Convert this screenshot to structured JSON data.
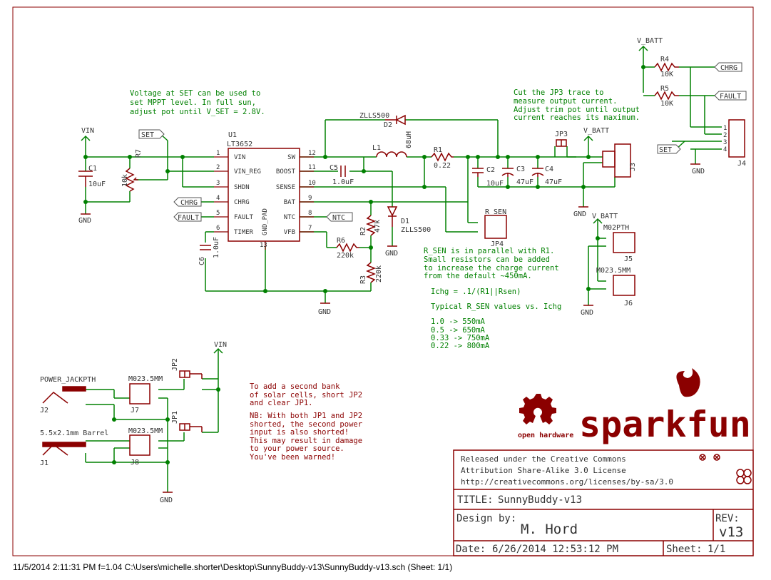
{
  "sheet": {
    "border_color": "#8b0000",
    "wire_color": "#008000",
    "note_color": "#008000",
    "warn_color": "#8b0000",
    "label_color": "#333333"
  },
  "notes": {
    "mppt": [
      "Voltage at SET can be used to",
      "set MPPT level. In full sun,",
      "adjust pot until V_SET = 2.8V."
    ],
    "jp3": [
      "Cut the JP3 trace to",
      "measure output current.",
      "Adjust trim pot until output",
      "current reaches its maximum."
    ],
    "rsen": [
      "R_SEN is in parallel with R1.",
      "Small resistors can be added",
      "to increase the charge current",
      "from the default ~450mA."
    ],
    "ichg": "Ichg = .1/(R1||Rsen)",
    "table_title": "Typical R_SEN values vs. Ichg",
    "table": [
      "1.0   -> 550mA",
      "0.5   -> 650mA",
      "0.33  -> 750mA",
      "0.22  -> 800mA"
    ],
    "solar": [
      "To add a second bank",
      "of solar cells, short JP2",
      "and clear JP1."
    ],
    "nb": [
      "NB: With both JP1 and JP2",
      "shorted, the second power",
      "input is also shorted!",
      "This may result in damage",
      "to your power source.",
      "You've been warned!"
    ]
  },
  "labels": {
    "vin": "VIN",
    "gnd": "GND",
    "vbatt": "V_BATT",
    "set": "SET",
    "chrg": "CHRG",
    "fault": "FAULT",
    "ntc": "NTC"
  },
  "u1": {
    "name": "U1",
    "part": "LT3652",
    "left_pins": [
      {
        "num": "1",
        "name": "VIN"
      },
      {
        "num": "2",
        "name": "VIN_REG"
      },
      {
        "num": "3",
        "name": "SHDN"
      },
      {
        "num": "4",
        "name": "CHRG"
      },
      {
        "num": "5",
        "name": "FAULT"
      },
      {
        "num": "6",
        "name": "TIMER"
      }
    ],
    "right_pins": [
      {
        "num": "12",
        "name": "SW"
      },
      {
        "num": "11",
        "name": "BOOST"
      },
      {
        "num": "10",
        "name": "SENSE"
      },
      {
        "num": "9",
        "name": "BAT"
      },
      {
        "num": "8",
        "name": "NTC"
      },
      {
        "num": "7",
        "name": "VFB"
      }
    ],
    "bottom_pin": {
      "num": "13",
      "name": "GND_PAD"
    }
  },
  "components": {
    "c1": {
      "name": "C1",
      "value": "10uF"
    },
    "r7": {
      "name": "R7",
      "value": "10k"
    },
    "c6": {
      "name": "C6",
      "value": "1.0uF"
    },
    "c5": {
      "name": "C5",
      "value": "1.0uF"
    },
    "l1": {
      "name": "L1",
      "value": "68uH"
    },
    "r1": {
      "name": "R1",
      "value": "0.22"
    },
    "d2": {
      "name": "D2",
      "value": "ZLLS500"
    },
    "d1": {
      "name": "D1",
      "value": "ZLLS500"
    },
    "r2": {
      "name": "R2",
      "value": "47k"
    },
    "r6": {
      "name": "R6",
      "value": "220k"
    },
    "r3": {
      "name": "R3",
      "value": "220k"
    },
    "c2": {
      "name": "C2",
      "value": "10uF"
    },
    "c3": {
      "name": "C3",
      "value": "47uF"
    },
    "c4": {
      "name": "C4",
      "value": "47uF"
    },
    "jp3": {
      "name": "JP3"
    },
    "j3": {
      "name": "J3"
    },
    "jp4": {
      "name": "JP4",
      "header": "R_SEN"
    },
    "r4": {
      "name": "R4",
      "value": "10K"
    },
    "r5": {
      "name": "R5",
      "value": "10K"
    },
    "j4": {
      "name": "J4",
      "pins": [
        "1",
        "2",
        "3",
        "4"
      ]
    },
    "j5": {
      "name": "J5",
      "header": "M02PTH"
    },
    "j6": {
      "name": "J6",
      "header": "M023.5MM"
    },
    "j2": {
      "name": "J2",
      "header": "POWER_JACKPTH"
    },
    "j7": {
      "name": "J7",
      "header": "M023.5MM"
    },
    "jp2": {
      "name": "JP2"
    },
    "j1": {
      "name": "J1",
      "header": "5.5x2.1mm Barrel"
    },
    "j8": {
      "name": "J8",
      "header": "M023.5MM"
    },
    "jp1": {
      "name": "JP1"
    }
  },
  "logos": {
    "oshw": "open hardware",
    "brand": "sparkfun"
  },
  "title_block": {
    "license": [
      "Released under the Creative Commons",
      "Attribution Share-Alike 3.0 License",
      "http://creativecommons.org/licenses/by-sa/3.0"
    ],
    "title_label": "TITLE:",
    "title": "SunnyBuddy-v13",
    "design_label": "Design by:",
    "designer": "M. Hord",
    "rev_label": "REV:",
    "rev": "v13",
    "date_label": "Date:",
    "date": "6/26/2014 12:53:12 PM",
    "sheet_label": "Sheet:",
    "sheet": "1/1"
  },
  "footer": "11/5/2014 2:11:31 PM  f=1.04  C:\\Users\\michelle.shorter\\Desktop\\SunnyBuddy-v13\\SunnyBuddy-v13.sch (Sheet: 1/1)"
}
